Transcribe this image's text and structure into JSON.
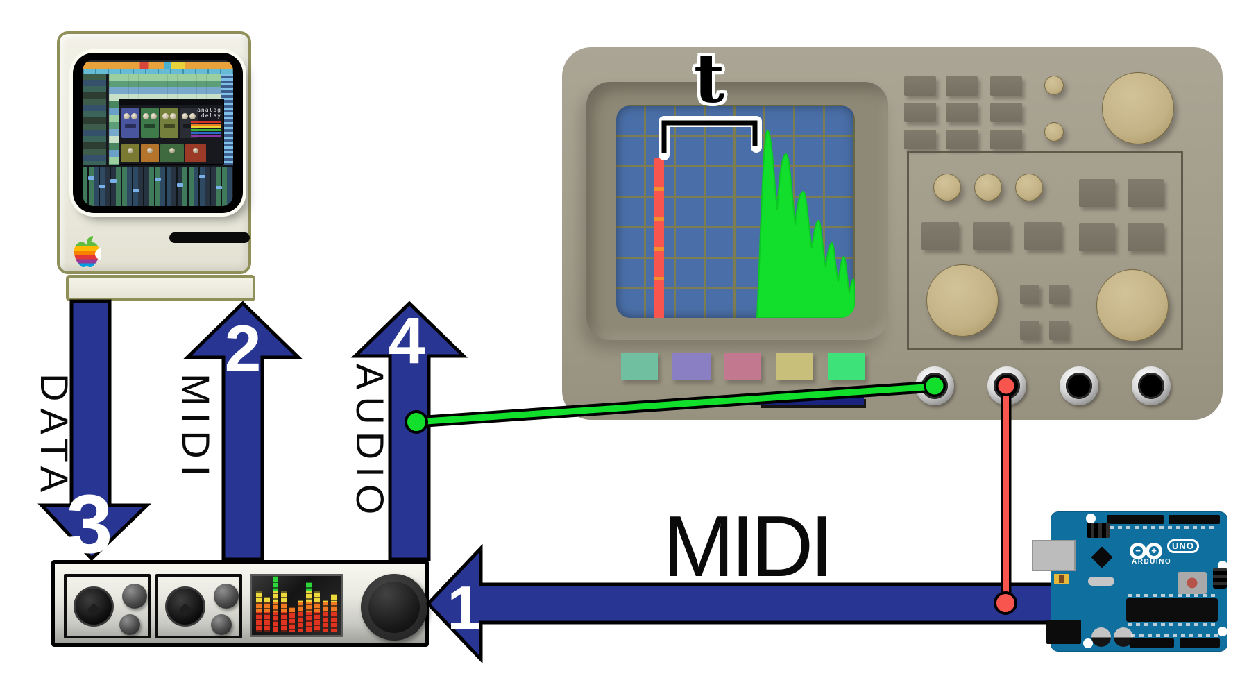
{
  "labels": {
    "data": "DATA",
    "midi_vertical": "MIDI",
    "audio": "AUDIO",
    "midi_horizontal": "MIDI",
    "time": "t",
    "step1": "1",
    "step2": "2",
    "step3": "3",
    "step4": "4"
  },
  "arduino": {
    "brand": "ARDUINO",
    "model": "UNO"
  },
  "daw_plugin": {
    "name_line1": "analog",
    "name_line2": "delay"
  },
  "colors": {
    "arrow_navy": "#283593",
    "wire_green": "#12df2c",
    "wire_red": "#f8554e",
    "scope_body": "#a29c8a",
    "scope_screen_blue": "#4a6fa8",
    "scope_grid_olive": "#7d7d52",
    "waveform_green": "#12df2c",
    "arduino_teal": "#0f6f9e",
    "mac_cream": "#efeee2",
    "mac_olive": "#8f8f5a"
  }
}
